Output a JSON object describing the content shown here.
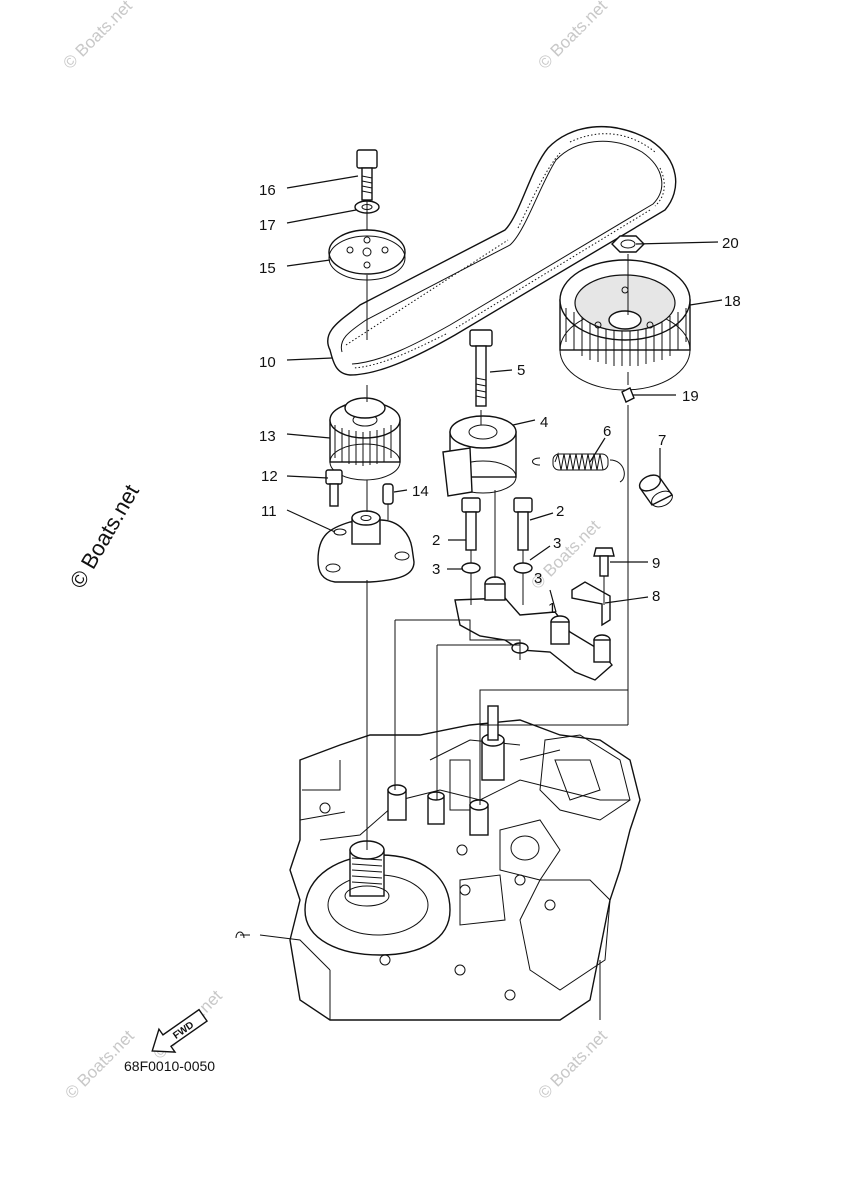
{
  "watermark": {
    "main": "© Boats.net",
    "corner": "© Boats.net"
  },
  "diagram_code": "68F0010-0050",
  "fwd_label": "FWD",
  "callouts": {
    "c1": "1",
    "c2a": "2",
    "c2b": "2",
    "c3a": "3",
    "c3b": "3",
    "c3c": "3",
    "c4": "4",
    "c5": "5",
    "c6": "6",
    "c7": "7",
    "c8": "8",
    "c9": "9",
    "c10": "10",
    "c11": "11",
    "c12": "12",
    "c13": "13",
    "c14": "14",
    "c15": "15",
    "c16": "16",
    "c17": "17",
    "c18": "18",
    "c19": "19",
    "c20": "20"
  }
}
